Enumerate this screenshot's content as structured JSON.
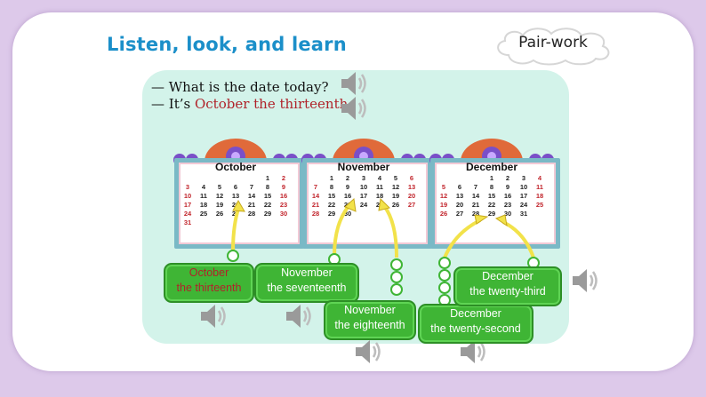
{
  "title": "Listen, look, and learn",
  "tag": "Pair-work",
  "dialogue": {
    "line1": "— What is the date today?",
    "line2_prefix": "— It’s ",
    "line2_highlight": "October the thirteenth",
    "line2_suffix": "."
  },
  "calendars": [
    {
      "month": "October",
      "days": [
        "",
        "",
        "",
        "",
        "",
        "1",
        "2",
        "3",
        "4",
        "5",
        "6",
        "7",
        "8",
        "9",
        "10",
        "11",
        "12",
        "13",
        "14",
        "15",
        "16",
        "17",
        "18",
        "19",
        "20",
        "21",
        "22",
        "23",
        "24",
        "25",
        "26",
        "27",
        "28",
        "29",
        "30",
        "31"
      ]
    },
    {
      "month": "November",
      "days": [
        "",
        "1",
        "2",
        "3",
        "4",
        "5",
        "6",
        "7",
        "8",
        "9",
        "10",
        "11",
        "12",
        "13",
        "14",
        "15",
        "16",
        "17",
        "18",
        "19",
        "20",
        "21",
        "22",
        "23",
        "24",
        "25",
        "26",
        "27",
        "28",
        "29",
        "30"
      ]
    },
    {
      "month": "December",
      "days": [
        "",
        "",
        "",
        "1",
        "2",
        "3",
        "4",
        "5",
        "6",
        "7",
        "8",
        "9",
        "10",
        "11",
        "12",
        "13",
        "14",
        "15",
        "16",
        "17",
        "18",
        "19",
        "20",
        "21",
        "22",
        "23",
        "24",
        "25",
        "26",
        "27",
        "28",
        "29",
        "30",
        "31"
      ]
    }
  ],
  "bubbles": {
    "oct": {
      "line1": "October",
      "line2": "the thirteenth"
    },
    "nov17": {
      "line1": "November",
      "line2": "the seventeenth"
    },
    "nov18": {
      "line1": "November",
      "line2": "the eighteenth"
    },
    "dec22": {
      "line1": "December",
      "line2": "the twenty-second"
    },
    "dec23": {
      "line1": "December",
      "line2": "the twenty-third"
    }
  },
  "colors": {
    "title": "#1b8fc9",
    "highlight": "#b0232a",
    "bubble_green": "#3fb535",
    "panel": "#d3f3ea",
    "frame": "#ddc9ea"
  },
  "icons": [
    "speaker-icon",
    "cloud-shape"
  ]
}
